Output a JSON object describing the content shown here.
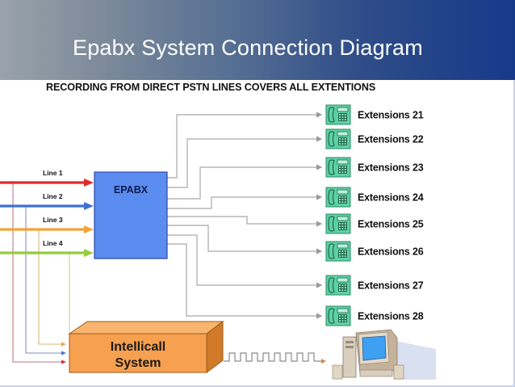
{
  "slide": {
    "title": "Epabx System Connection Diagram",
    "subtitle": "RECORDING FROM DIRECT PSTN LINES COVERS ALL EXTENTIONS"
  },
  "diagram": {
    "epabx_label": "EPABX",
    "recorder_label_line1": "Intellicall",
    "recorder_label_line2": "System",
    "lines": [
      {
        "label": "Line 1",
        "color": "#e02a2a",
        "tap_color": "#b77a86"
      },
      {
        "label": "Line 2",
        "color": "#3f6fd6",
        "tap_color": "#8290c0"
      },
      {
        "label": "Line 3",
        "color": "#f2a23a",
        "tap_color": "#d8b57e"
      },
      {
        "label": "Line 4",
        "color": "#95cc3a",
        "tap_color": "#c9cf9c"
      }
    ],
    "extensions": [
      {
        "label": "Extensions 21"
      },
      {
        "label": "Extensions 22"
      },
      {
        "label": "Extensions 23"
      },
      {
        "label": "Extensions 24"
      },
      {
        "label": "Extensions 25"
      },
      {
        "label": "Extensions 26"
      },
      {
        "label": "Extensions 27"
      },
      {
        "label": "Extensions 28"
      }
    ],
    "colors": {
      "epabx_fill": "#5b8cf0",
      "epabx_border": "#2c4aa8",
      "recorder_fill": "#f7a050",
      "phone_fill": "#5fd0a6",
      "phone_border": "#2a8a66",
      "wire": "#a8a8a8"
    },
    "icons": {
      "phone": "telephone-icon",
      "computer": "desktop-computer-icon",
      "signal": "square-wave-signal-icon"
    }
  }
}
